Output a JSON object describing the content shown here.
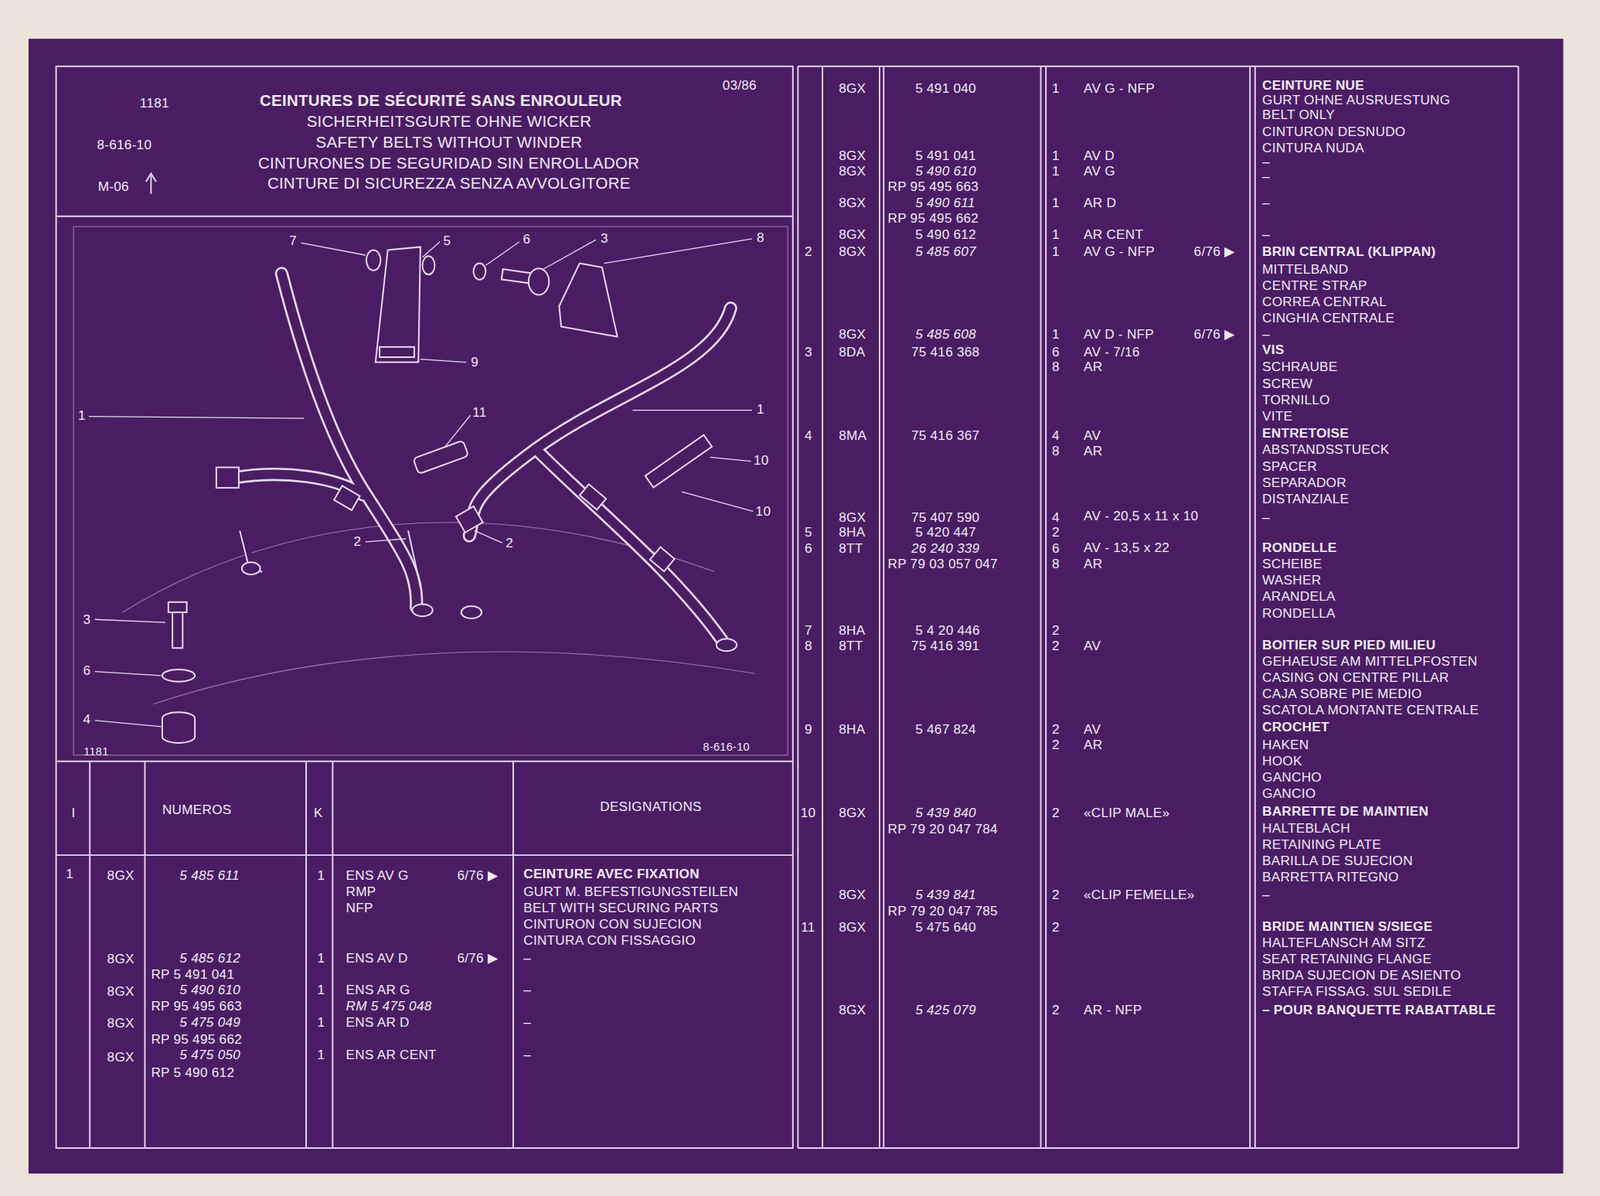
{
  "diagram": {
    "title": "CEINTURES DE SÉCURITÉ SANS ENROULEUR",
    "labels": [
      "1181",
      "8-616-10",
      "M-06",
      "03/86",
      "SICHERHEITSGURTE OHNE WICKER",
      "SAFETY BELTS WITHOUT WINDER",
      "CINTURONES DE SEGURIDAD SIN ENROLLADOR",
      "CINTURE DI SICUREZZA SENZA AVVOLGITORE",
      "7",
      "5",
      "6",
      "3",
      "8",
      "9",
      "1",
      "11",
      "1",
      "10",
      "10",
      "2",
      "2",
      "3",
      "6",
      "4",
      "1181",
      "8-616-10",
      "I",
      "NUMEROS",
      "K",
      "DESIGNATIONS",
      "1",
      "8GX",
      "5 485 611",
      "1",
      "ENS AV G",
      "6/76 ▶",
      "CEINTURE AVEC FIXATION",
      "RMP",
      "NFP",
      "GURT M. BEFESTIGUNGSTEILEN",
      "BELT WITH SECURING PARTS",
      "CINTURON CON SUJECION",
      "CINTURA CON FISSAGGIO",
      "8GX",
      "5 485 612",
      "1",
      "ENS AV D",
      "6/76 ▶",
      "–",
      "RP 5 491 041",
      "8GX",
      "5 490 610",
      "1",
      "ENS AR G",
      "–",
      "RP 95 495 663",
      "RM 5 475 048",
      "8GX",
      "5 475 049",
      "1",
      "ENS AR D",
      "–",
      "RP 95 495 662",
      "8GX",
      "5 475 050",
      "1",
      "ENS AR CENT",
      "–",
      "RP 5 490 612",
      "8GX",
      "5 491 040",
      "1",
      "AV G - NFP",
      "CEINTURE NUE",
      "GURT OHNE AUSRUESTUNG",
      "BELT ONLY",
      "CINTURON DESNUDO",
      "CINTURA NUDA",
      "8GX",
      "5 491 041",
      "1",
      "AV D",
      "–",
      "8GX",
      "5 490 610",
      "1",
      "AV G",
      "–",
      "RP 95 495 663",
      "8GX",
      "5 490 611",
      "1",
      "AR D",
      "–",
      "RP 95 495 662",
      "8GX",
      "5 490 612",
      "1",
      "AR CENT",
      "–",
      "2",
      "8GX",
      "5 485 607",
      "1",
      "AV G - NFP",
      "6/76 ▶",
      "BRIN CENTRAL (KLIPPAN)",
      "MITTELBAND",
      "CENTRE STRAP",
      "CORREA CENTRAL",
      "CINGHIA CENTRALE",
      "8GX",
      "5 485 608",
      "1",
      "AV D - NFP",
      "6/76 ▶",
      "–",
      "3",
      "8DA",
      "75 416 368",
      "6",
      "AV - 7/16",
      "VIS",
      "8",
      "AR",
      "SCHRAUBE",
      "SCREW",
      "TORNILLO",
      "VITE",
      "4",
      "8MA",
      "75 416 367",
      "4",
      "AV",
      "ENTRETOISE",
      "8",
      "AR",
      "ABSTANDSSTUECK",
      "SPACER",
      "SEPARADOR",
      "DISTANZIALE",
      "8GX",
      "75 407 590",
      "4",
      "AV - 20,5 x 11 x 10",
      "–",
      "5",
      "8HA",
      "5 420 447",
      "2",
      "6",
      "8TT",
      "26 240 339",
      "6",
      "AV - 13,5 x 22",
      "RONDELLE",
      "RP 79 03 057 047",
      "8",
      "AR",
      "SCHEIBE",
      "WASHER",
      "ARANDELA",
      "RONDELLA",
      "7",
      "8HA",
      "5 4 20 446",
      "2",
      "8",
      "8TT",
      "75 416 391",
      "2",
      "AV",
      "BOITIER SUR PIED MILIEU",
      "GEHAEUSE AM MITTELPFOSTEN",
      "CASING ON CENTRE PILLAR",
      "CAJA SOBRE PIE MEDIO",
      "SCATOLA MONTANTE CENTRALE",
      "9",
      "8HA",
      "5 467 824",
      "2",
      "AV",
      "CROCHET",
      "2",
      "AR",
      "HAKEN",
      "HOOK",
      "GANCHO",
      "GANCIO",
      "10",
      "8GX",
      "5 439 840",
      "2",
      "«CLIP MALE»",
      "BARRETTE DE MAINTIEN",
      "RP 79 20 047 784",
      "HALTEBLACH",
      "RETAINING PLATE",
      "BARILLA DE SUJECION",
      "BARRETTA RITEGNO",
      "8GX",
      "5 439 841",
      "2",
      "«CLIP FEMELLE»",
      "–",
      "RP 79 20 047 785",
      "11",
      "8GX",
      "5 475 640",
      "2",
      "BRIDE MAINTIEN S/SIEGE",
      "HALTEFLANSCH AM SITZ",
      "SEAT RETAINING FLANGE",
      "BRIDA SUJECION DE ASIENTO",
      "STAFFA FISSAG. SUL SEDILE",
      "8GX",
      "5 425 079",
      "2",
      "AR - NFP",
      "– POUR BANQUETTE RABATTABLE"
    ]
  }
}
